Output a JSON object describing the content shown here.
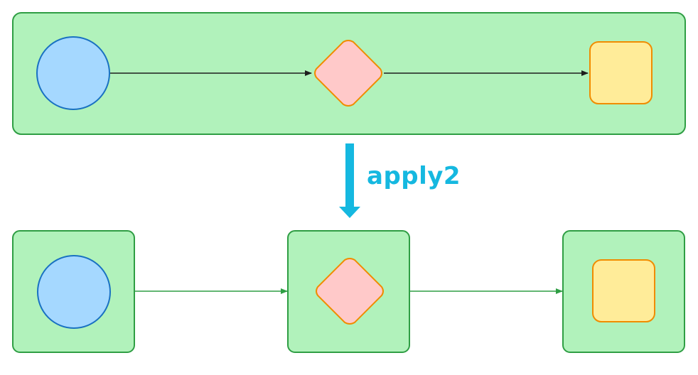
{
  "diagram": {
    "transform_label": "apply2",
    "colors": {
      "container_fill": "#b1f2bb",
      "container_stroke": "#2f9e44",
      "circle_fill": "#a5d8ff",
      "circle_stroke": "#1971c2",
      "diamond_fill": "#ffc9c9",
      "diamond_stroke": "#f08c00",
      "square_fill": "#ffec99",
      "square_stroke": "#f08c00",
      "top_arrow": "#1e1e1e",
      "bottom_arrow": "#2f9e44",
      "transform_arrow": "#15b8e0",
      "label_color": "#15b8e0"
    },
    "before": {
      "nodes": [
        "circle",
        "diamond",
        "square"
      ],
      "edges": [
        [
          "circle",
          "diamond"
        ],
        [
          "diamond",
          "square"
        ]
      ]
    },
    "after": {
      "containers": [
        {
          "node": "circle"
        },
        {
          "node": "diamond"
        },
        {
          "node": "square"
        }
      ],
      "edges": [
        [
          "circle",
          "diamond"
        ],
        [
          "diamond",
          "square"
        ]
      ]
    }
  }
}
